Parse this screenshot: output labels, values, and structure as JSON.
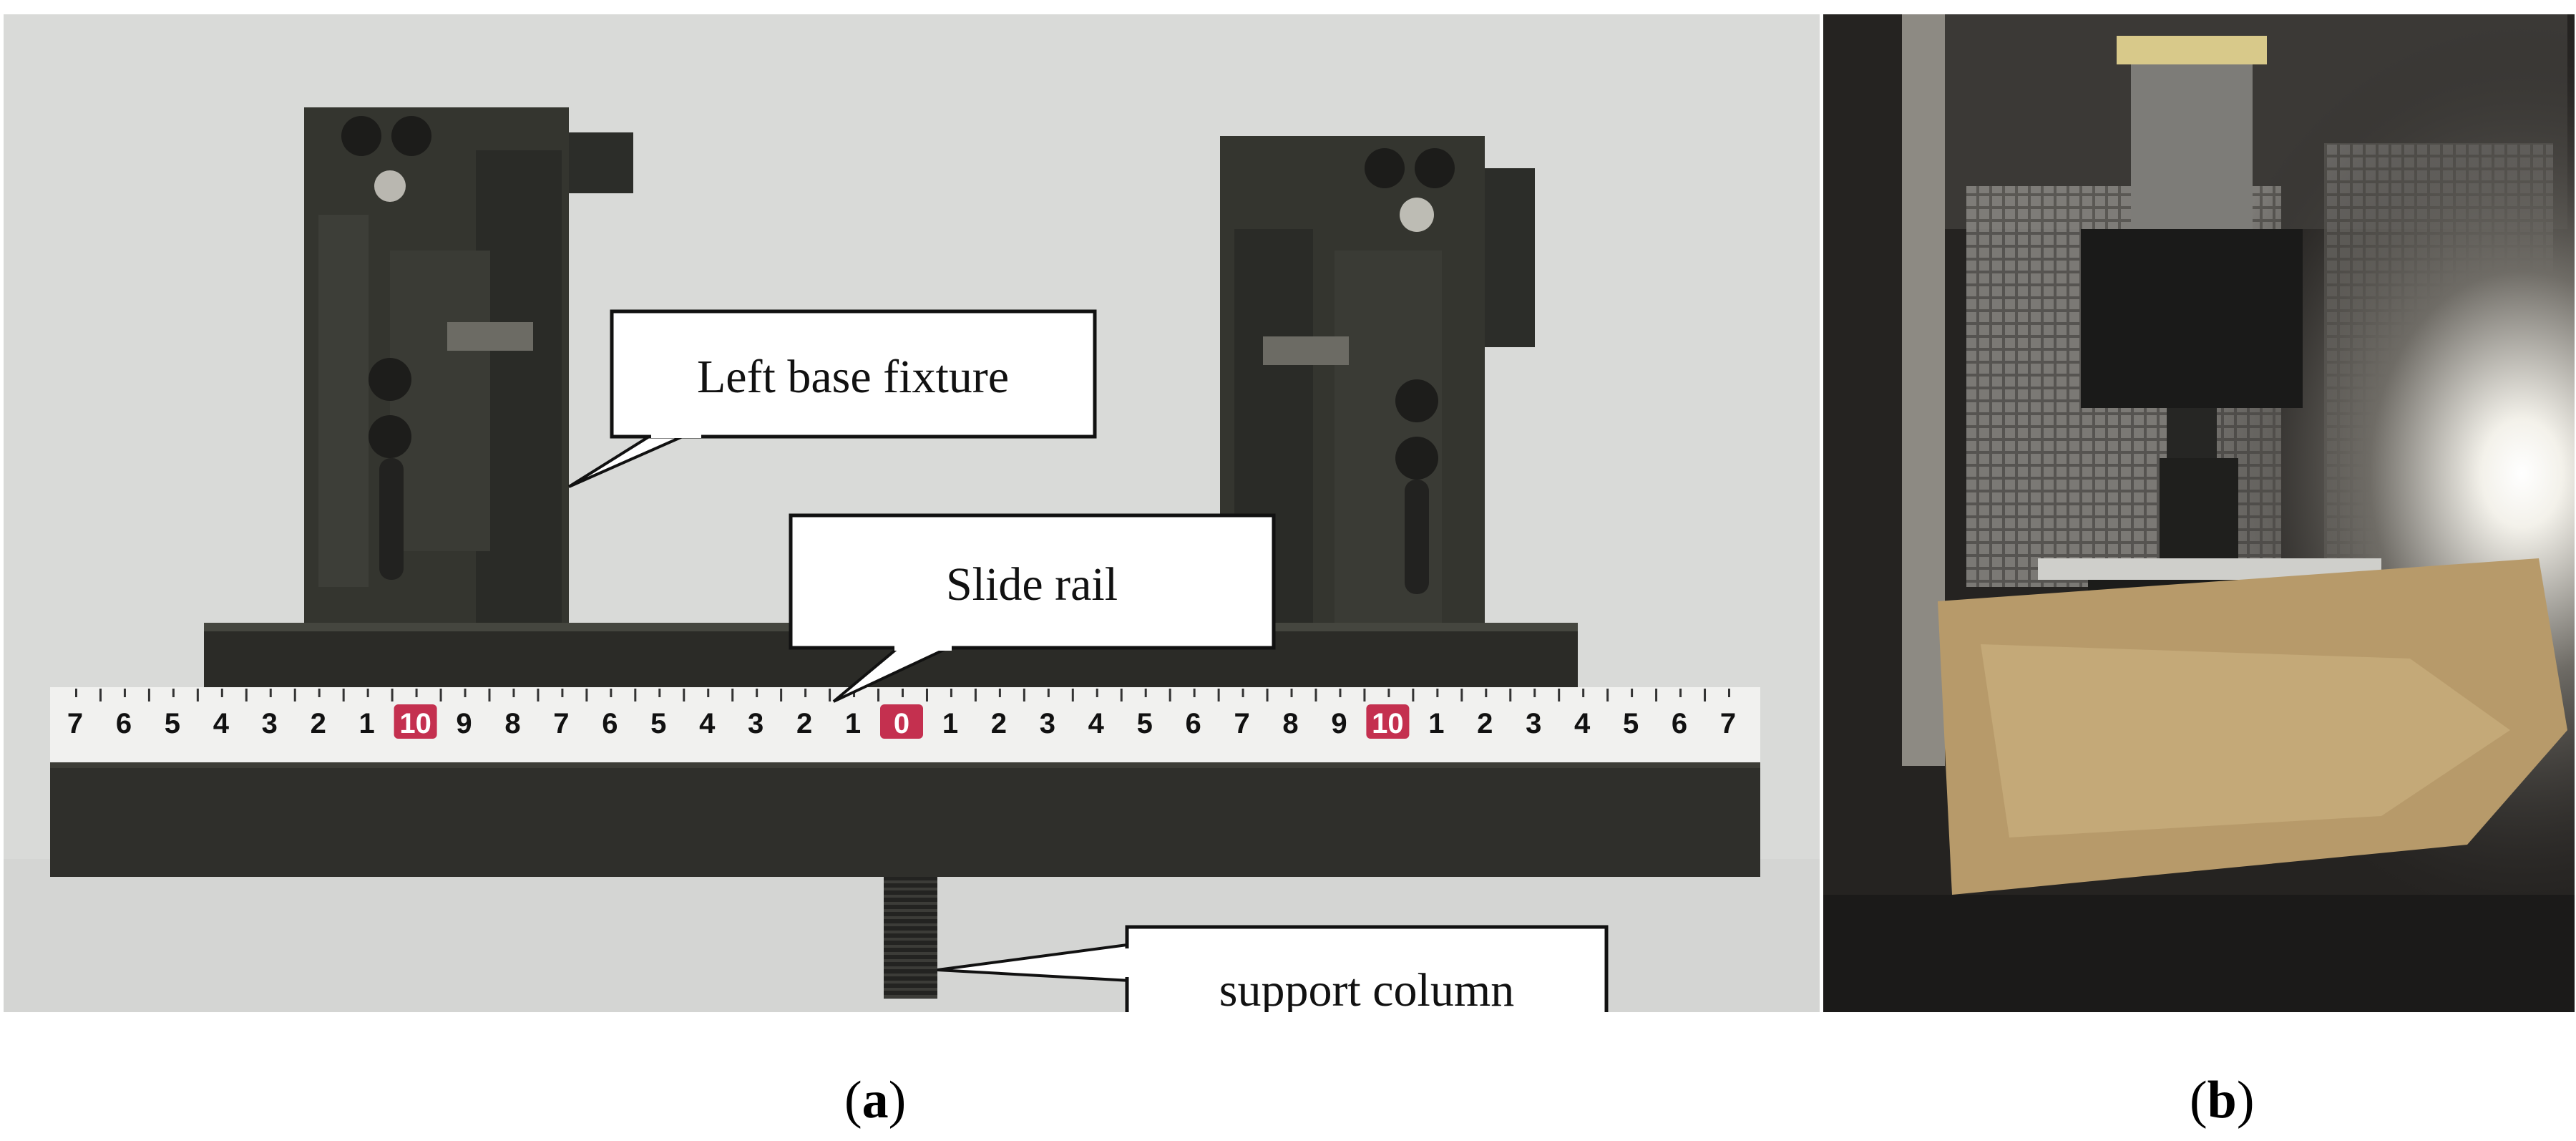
{
  "figure": {
    "panel_a": {
      "label_open": "(",
      "label_letter": "a",
      "label_close": ")",
      "callouts": {
        "left_base_fixture": "Left base fixture",
        "slide_rail": "Slide rail",
        "support_column": "support column"
      },
      "ruler": {
        "left_numbers": [
          "7",
          "6",
          "5",
          "4",
          "3",
          "2",
          "1"
        ],
        "left_ten": "10",
        "middle_left_numbers": [
          "9",
          "8",
          "7",
          "6",
          "5",
          "4",
          "3",
          "2",
          "1"
        ],
        "center_zero": "0",
        "middle_right_numbers": [
          "1",
          "2",
          "3",
          "4",
          "5",
          "6",
          "7",
          "8",
          "9"
        ],
        "right_ten": "10",
        "right_numbers": [
          "1",
          "2",
          "3",
          "4",
          "5",
          "6",
          "7"
        ]
      }
    },
    "panel_b": {
      "label_open": "(",
      "label_letter": "b",
      "label_close": ")"
    }
  },
  "colors": {
    "background": "#ffffff",
    "fixture": "#2f302c",
    "ruler": "#f1f1ef",
    "ruler_red": "#c4304f"
  }
}
